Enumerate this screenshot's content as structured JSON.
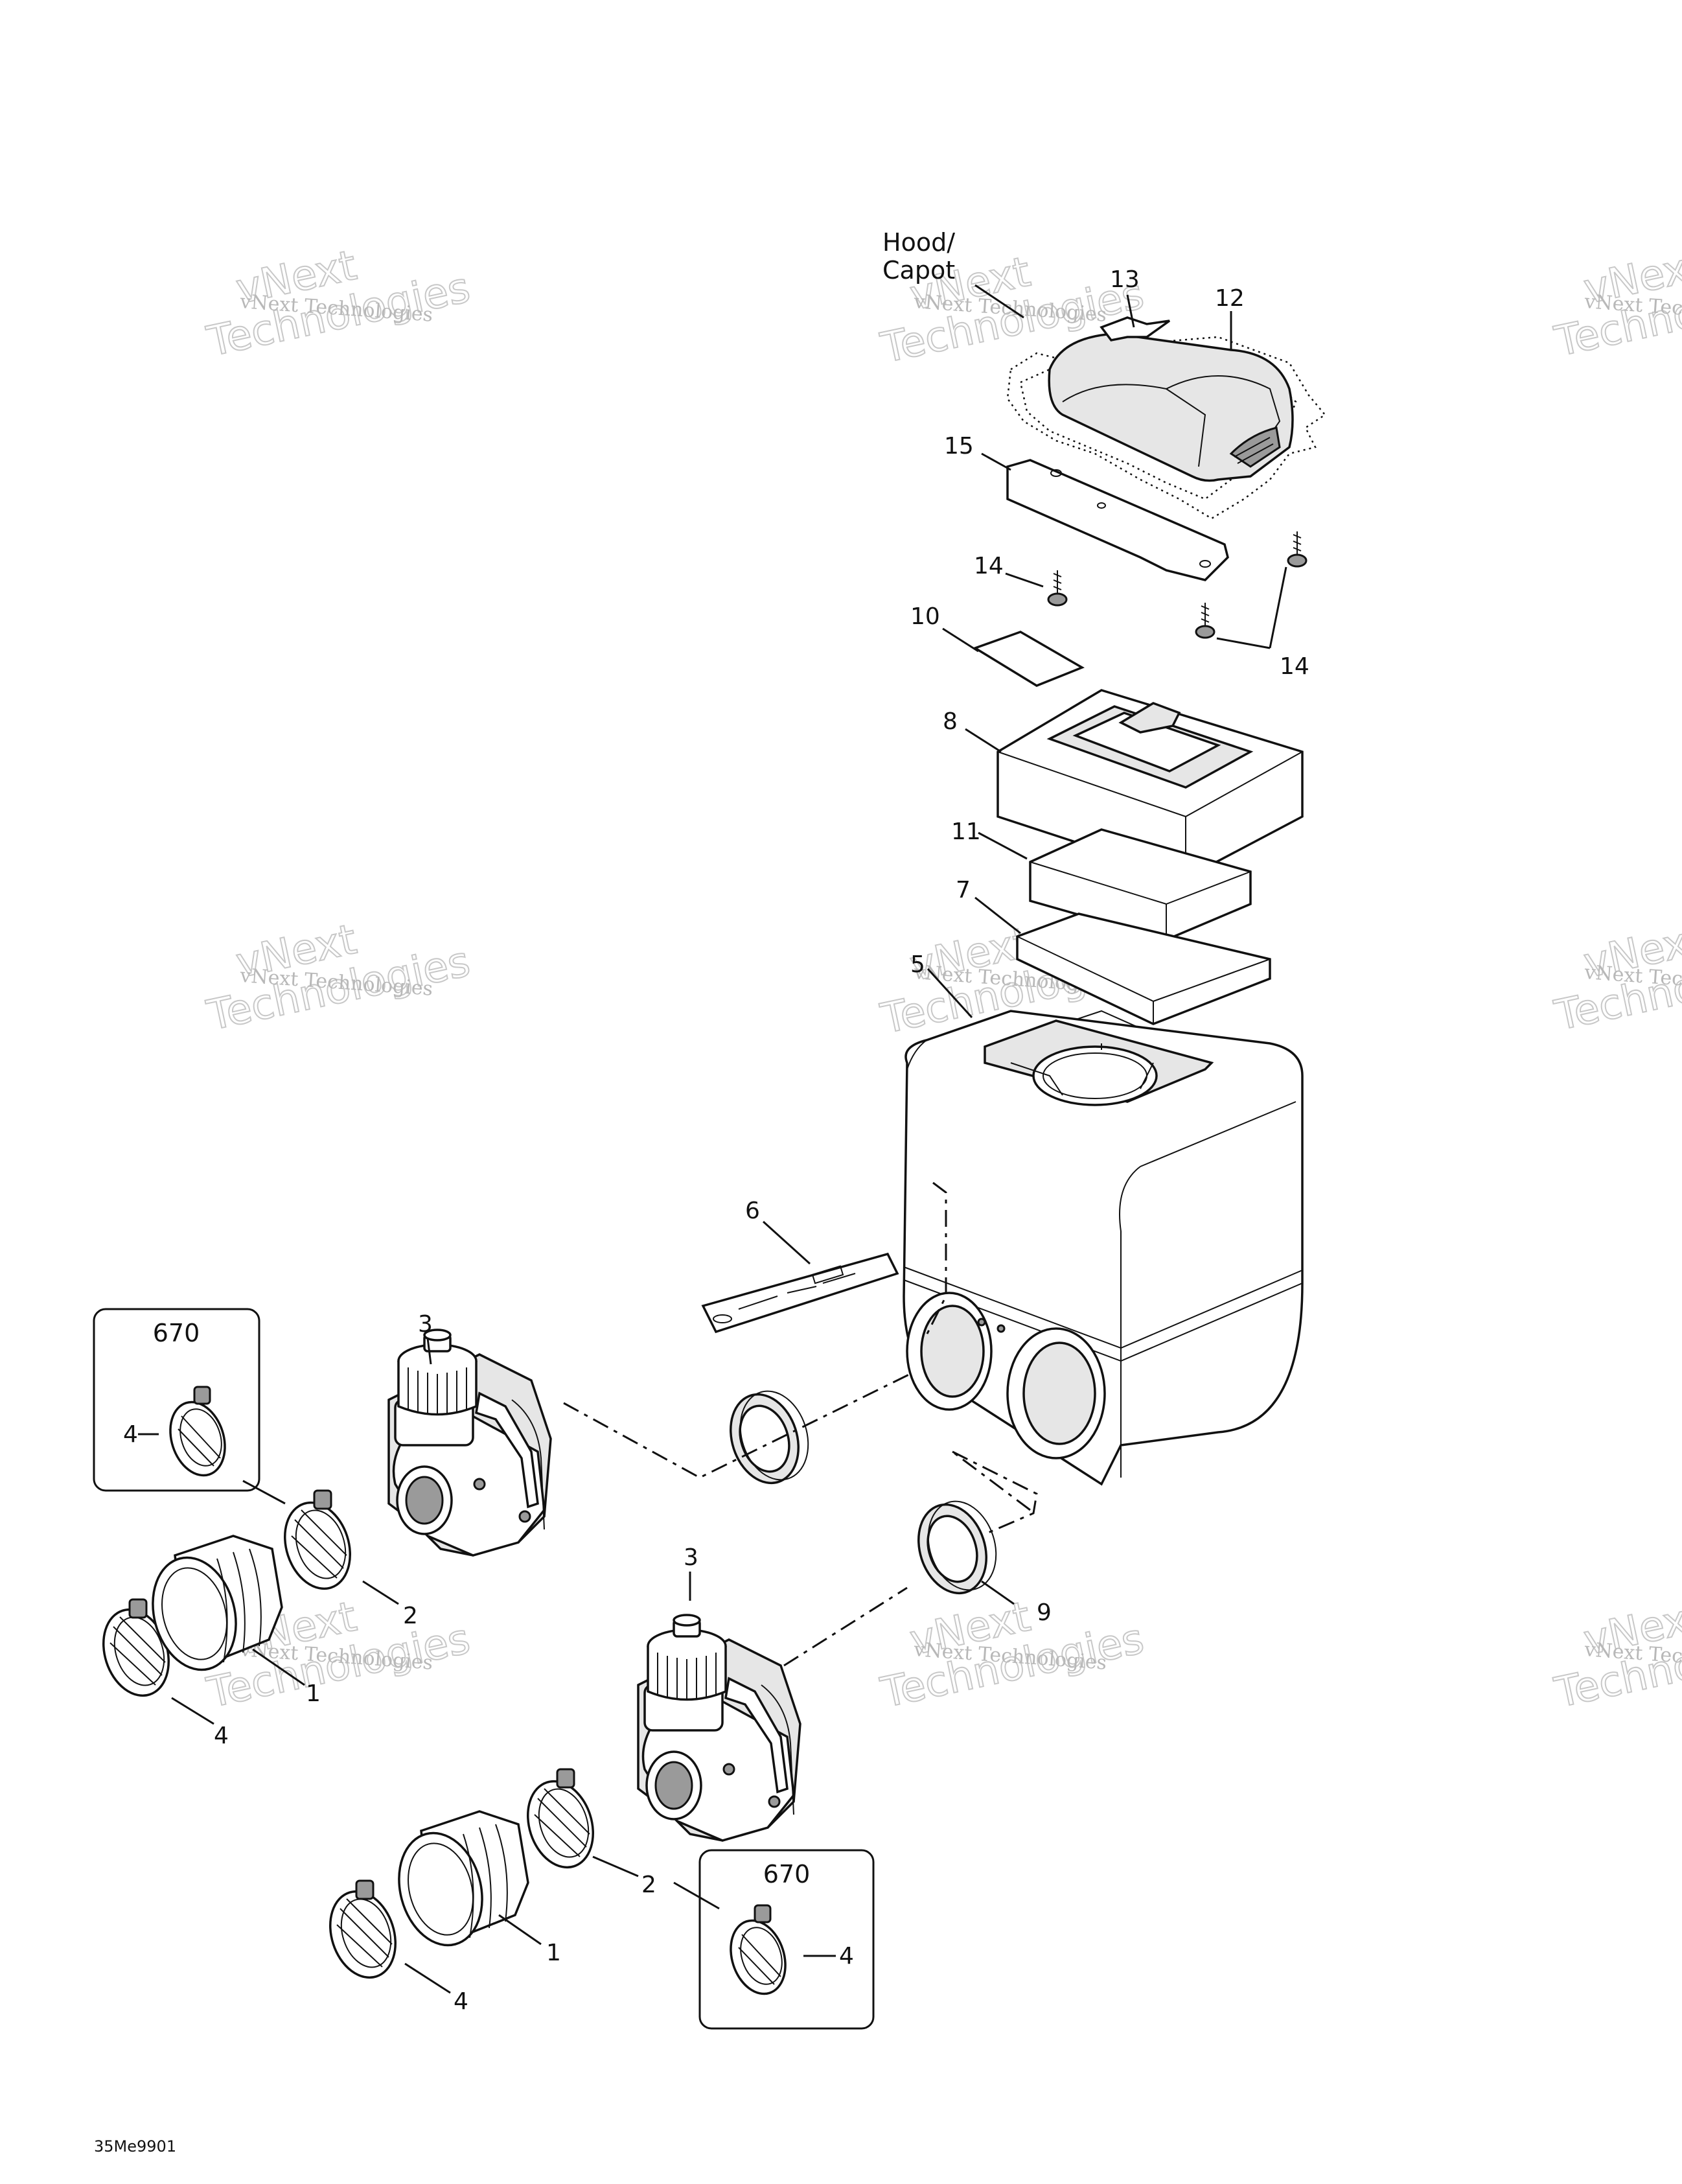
{
  "labels": {
    "hood": "Hood/",
    "capot": "Capot",
    "p13": "13",
    "p12": "12",
    "p15": "15",
    "p14a": "14",
    "p14b": "14",
    "p10": "10",
    "p8": "8",
    "p11": "11",
    "p7": "7",
    "p5": "5",
    "p6": "6",
    "p9": "9",
    "c1_p3": "3",
    "c1_p2": "2",
    "c1_p1": "1",
    "c1_p4": "4",
    "c2_p3": "3",
    "c2_p2": "2",
    "c2_p1": "1",
    "c2_p4": "4"
  },
  "inset_boxes": [
    {
      "title": "670",
      "item": "4"
    },
    {
      "title": "670",
      "item": "4"
    }
  ],
  "watermark": {
    "big_line1": "vNext",
    "big_line2": "Technologies",
    "small": "vNext Technologies"
  },
  "drawing_code": "35Me9901"
}
